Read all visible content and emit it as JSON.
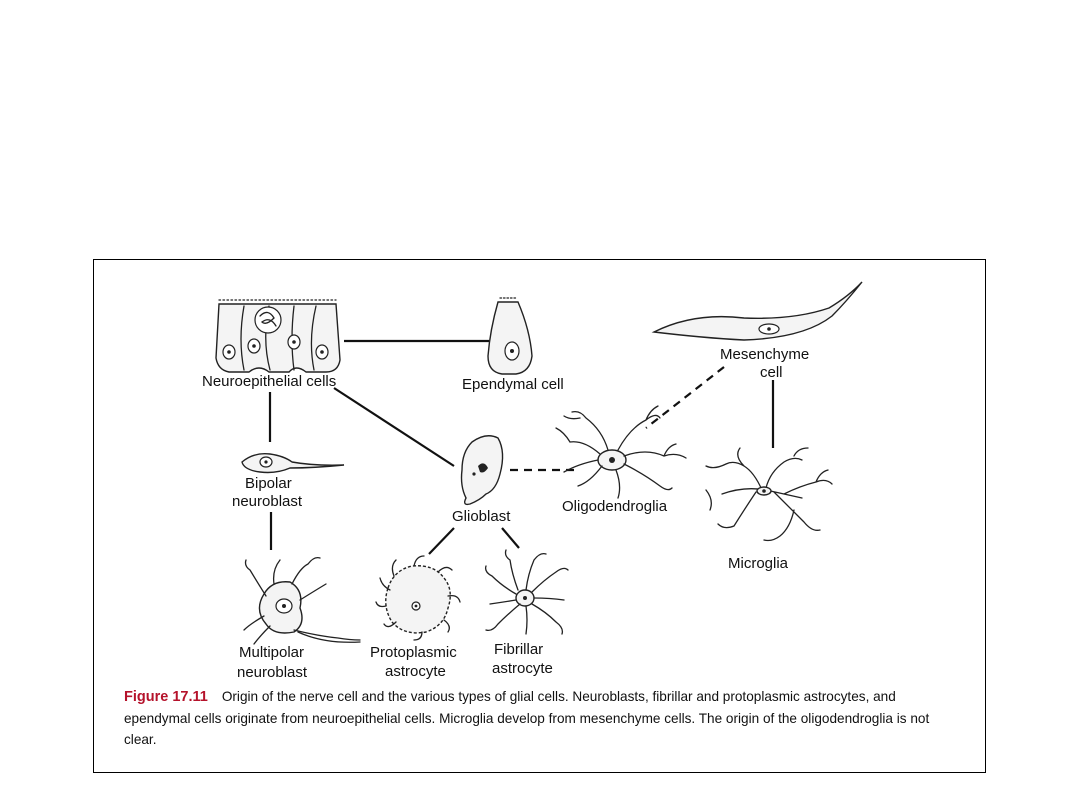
{
  "figure": {
    "number": "Figure 17.11",
    "caption": "Origin of the nerve cell and the various types of glial cells. Neuroblasts, fibrillar and protoplasmic astrocytes, and ependymal cells originate from neuroepithelial cells. Microglia develop from mesenchyme cells. The origin of the oligodendroglia is not clear."
  },
  "colors": {
    "figure_number": "#b5122b",
    "ink": "#111111",
    "frame": "#000000"
  },
  "labels": {
    "neuroepithelial": "Neuroepithelial cells",
    "ependymal": "Ependymal cell",
    "mesenchyme_line1": "Mesenchyme",
    "mesenchyme_line2": "cell",
    "bipolar_line1": "Bipolar",
    "bipolar_line2": "neuroblast",
    "glioblast": "Glioblast",
    "oligodendroglia": "Oligodendroglia",
    "microglia": "Microglia",
    "multipolar_line1": "Multipolar",
    "multipolar_line2": "neuroblast",
    "protoplasmic_line1": "Protoplasmic",
    "protoplasmic_line2": "astrocyte",
    "fibrillar_line1": "Fibrillar",
    "fibrillar_line2": "astrocyte"
  },
  "edges": [
    {
      "from": "neuroepithelial",
      "to": "ependymal",
      "style": "solid"
    },
    {
      "from": "neuroepithelial",
      "to": "bipolar",
      "style": "solid"
    },
    {
      "from": "neuroepithelial",
      "to": "glioblast",
      "style": "solid"
    },
    {
      "from": "bipolar",
      "to": "multipolar",
      "style": "solid"
    },
    {
      "from": "glioblast",
      "to": "protoplasmic",
      "style": "solid"
    },
    {
      "from": "glioblast",
      "to": "fibrillar",
      "style": "solid"
    },
    {
      "from": "glioblast",
      "to": "oligodendroglia",
      "style": "dashed"
    },
    {
      "from": "mesenchyme",
      "to": "oligodendroglia",
      "style": "dashed"
    },
    {
      "from": "mesenchyme",
      "to": "microglia",
      "style": "solid"
    }
  ]
}
